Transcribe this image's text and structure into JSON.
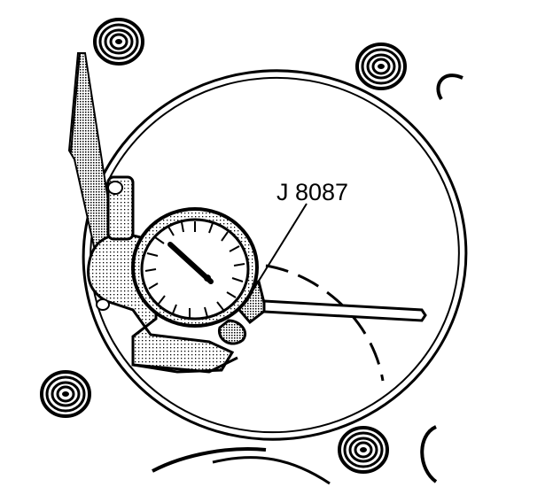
{
  "figure": {
    "callout_label": "J 8087",
    "colors": {
      "ink": "#000000",
      "paper": "#ffffff",
      "shade": "#9a9a9a"
    },
    "parts": [
      "bolt-hole-icon",
      "cylinder-bore",
      "dial-indicator",
      "indicator-needle",
      "indicator-plunger",
      "pry-bar",
      "mounting-bracket"
    ]
  }
}
